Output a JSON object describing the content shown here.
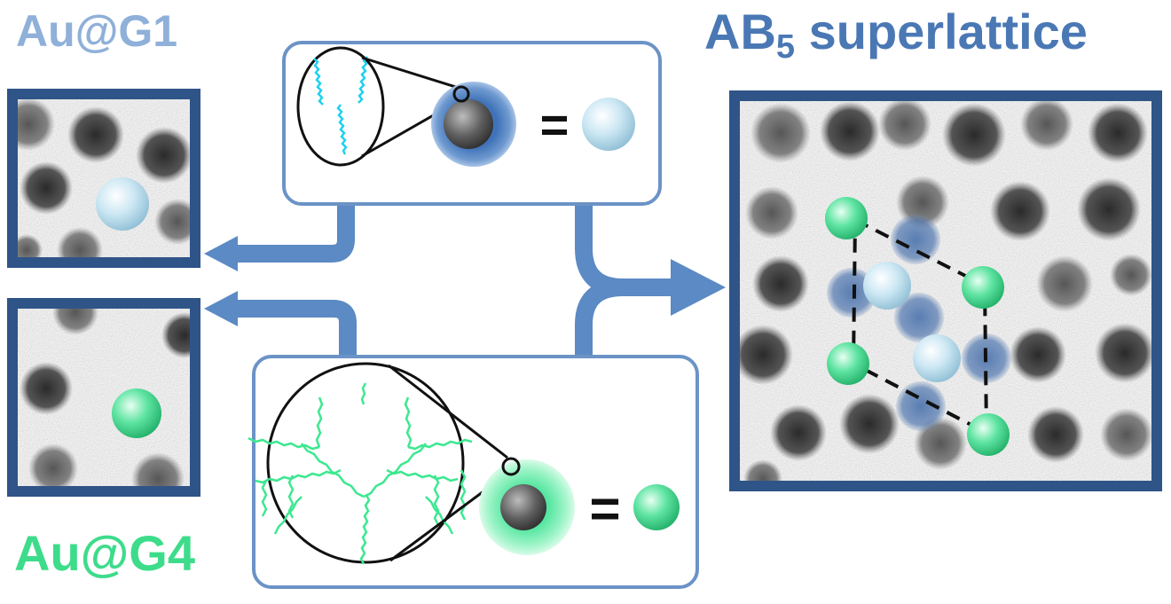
{
  "labels": {
    "au_g1": "Au@G1",
    "au_g4": "Au@G4",
    "superlattice_main": "AB",
    "superlattice_sub": "5",
    "superlattice_rest": " superlattice",
    "equals_sign": "="
  },
  "colors": {
    "g1_label": "#8fb0d8",
    "g4_label": "#3ddc8a",
    "superlattice_label": "#4a78b4",
    "frame_dark": "#2f5488",
    "panel_border": "#6b93c6",
    "arrow": "#5b8ac4",
    "g1_dendron": "#1fd0f0",
    "g4_dendron": "#3ce890",
    "shell_g1": "#5a86c4",
    "shell_g4": "#7ff0b8"
  },
  "icons": {
    "g1_particle": "light-blue-sphere",
    "g4_particle": "green-sphere",
    "gold_core": "gray-sphere"
  }
}
